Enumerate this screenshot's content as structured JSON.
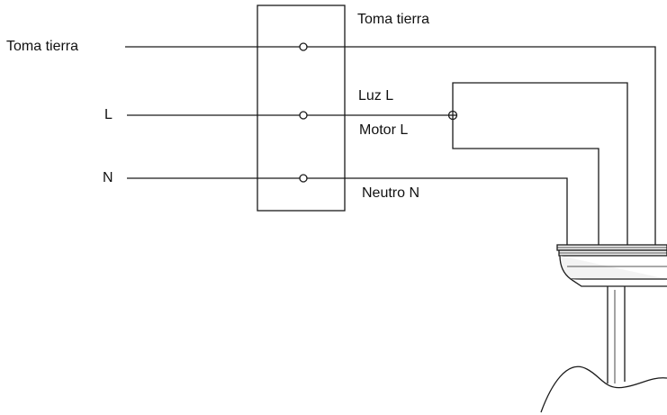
{
  "colors": {
    "line": "#1a1a1a",
    "fill": "#ffffff",
    "fixture_fill": "#f3f3f3"
  },
  "left_labels": {
    "earth": "Toma tierra",
    "live": "L",
    "neutral": "N"
  },
  "right_labels": {
    "earth": "Toma tierra",
    "light": "Luz L",
    "motor": "Motor L",
    "neutral": "Neutro N"
  }
}
